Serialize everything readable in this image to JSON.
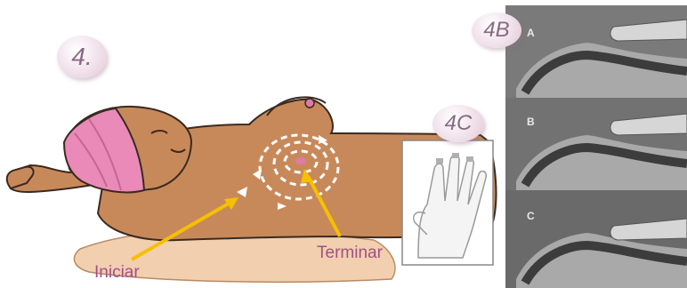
{
  "badges": {
    "step": "4.",
    "b": "4B",
    "c": "4C"
  },
  "labels": {
    "start": "Iniciar",
    "end": "Terminar"
  },
  "panels": [
    "A",
    "B",
    "C"
  ],
  "colors": {
    "skin": "#c8895a",
    "headband": "#e98ab8",
    "arrow": "#f5c000",
    "label": "#a0508a"
  }
}
